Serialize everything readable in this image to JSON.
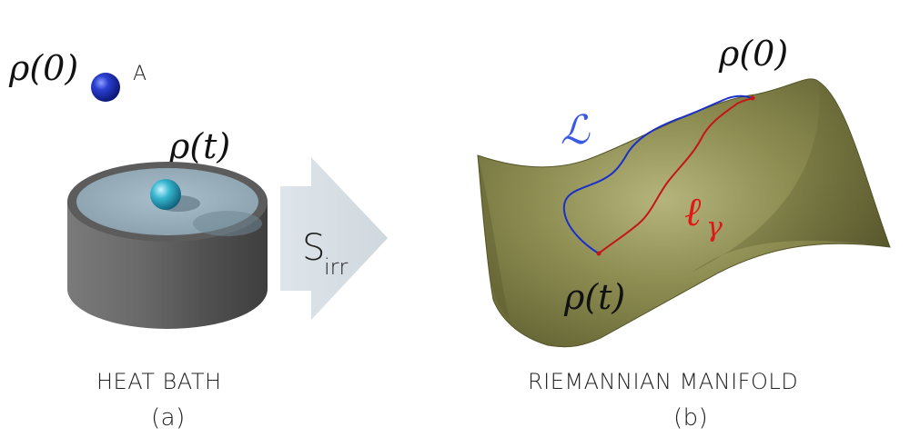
{
  "panel_a": {
    "rho0": "ρ(0)",
    "particle_label": "A",
    "rhot": "ρ(t)",
    "caption": "HEAT BATH",
    "sublabel": "(a)"
  },
  "arrow": {
    "label_main": "S",
    "label_sub": "irr"
  },
  "panel_b": {
    "rho0": "ρ(0)",
    "rhot": "ρ(t)",
    "curve_L": "ℒ",
    "curve_ell": "ℓ",
    "curve_ell_sub": "γ",
    "caption": "RIEMANNIAN MANIFOLD",
    "sublabel": "(b)"
  },
  "colors": {
    "manifold": "#8a8a4c",
    "curve_L": "#1b2fc9",
    "curve_ell": "#c41616",
    "label_L": "#3a5ae6",
    "label_ell": "#e01818",
    "bath": "#5a5a5a",
    "water": "#9fb6c4",
    "particle_a": "#1b2fa8",
    "particle_t": "#2fb0c8",
    "arrow": "#d6dde3"
  }
}
